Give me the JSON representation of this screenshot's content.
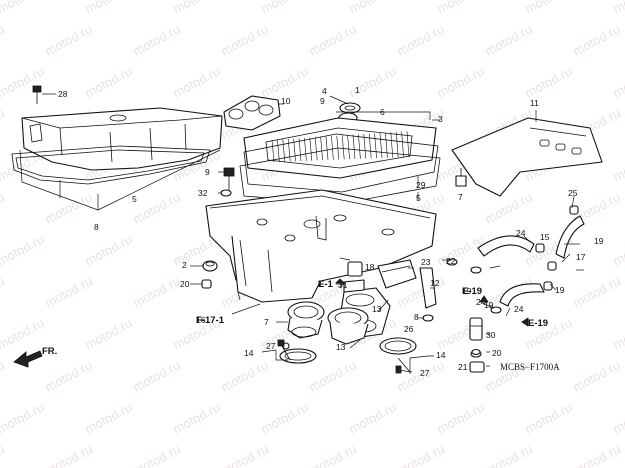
{
  "diagram_code": "MCBS−F1700A",
  "front_marker": "FR.",
  "watermark_text": "motod.ru",
  "callouts": [
    "28",
    "10",
    "4",
    "9",
    "6",
    "3",
    "11",
    "1",
    "5",
    "8",
    "9",
    "32",
    "29",
    "5",
    "7",
    "25",
    "24",
    "15",
    "19",
    "17",
    "2",
    "22",
    "20",
    "23",
    "18",
    "31",
    "1",
    "E-1",
    "19",
    "E-19",
    "24",
    "19",
    "16",
    "F-17-1",
    "7",
    "13",
    "12",
    "8",
    "19",
    "13",
    "27",
    "14",
    "26",
    "30",
    "20",
    "21",
    "14",
    "27",
    "E-19",
    "24"
  ],
  "refs": {
    "e1": "E-1",
    "e19a": "E-19",
    "e19b": "E-19",
    "f17": "F-17-1"
  }
}
